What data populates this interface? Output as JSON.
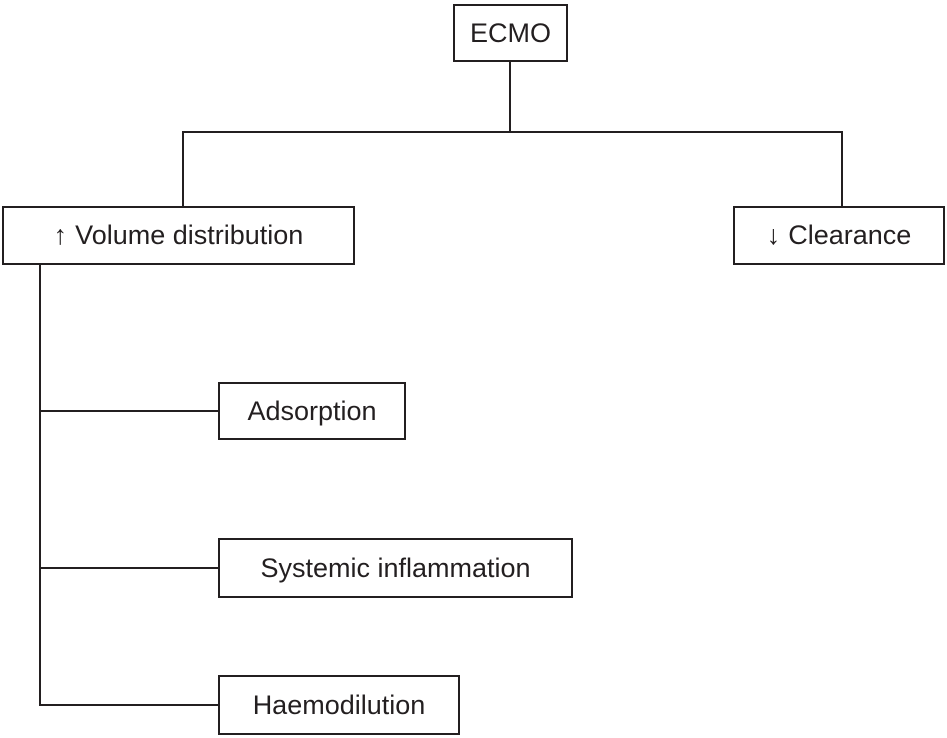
{
  "diagram": {
    "type": "flowchart",
    "line_color": "#231f20",
    "background_color": "#ffffff",
    "nodes": {
      "root": {
        "label": "ECMO"
      },
      "volume": {
        "arrow": "↑",
        "label": "Volume distribution"
      },
      "clearance": {
        "arrow": "↓",
        "label": "Clearance"
      },
      "adsorption": {
        "label": "Adsorption"
      },
      "inflammation": {
        "label": "Systemic inflammation"
      },
      "haemodilution": {
        "label": "Haemodilution"
      }
    },
    "edges": [
      {
        "from": "root",
        "to": "volume"
      },
      {
        "from": "root",
        "to": "clearance"
      },
      {
        "from": "volume",
        "to": "adsorption"
      },
      {
        "from": "volume",
        "to": "inflammation"
      },
      {
        "from": "volume",
        "to": "haemodilution"
      }
    ]
  }
}
